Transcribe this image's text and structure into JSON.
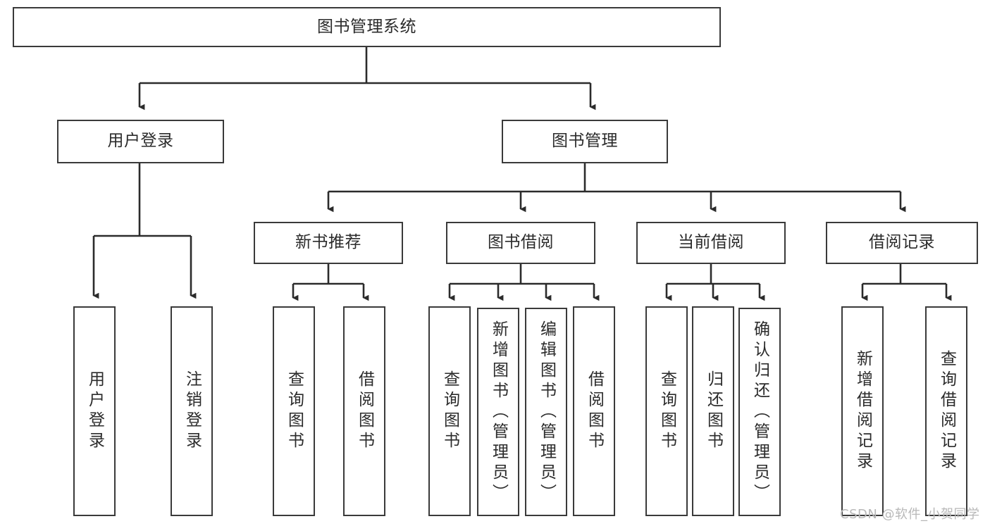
{
  "diagram": {
    "type": "tree-hierarchy-flowchart",
    "title": "图书管理系统",
    "edge_color": "#3a3a3a",
    "box_fill": "#ffffff",
    "text_color": "#2b2b2b",
    "watermark": "CSDN @软件_小贺同学",
    "levels": {
      "root": {
        "label": "图书管理系统"
      },
      "level2": [
        {
          "label": "用户登录"
        },
        {
          "label": "图书管理"
        }
      ],
      "level3": [
        {
          "label": "新书推荐"
        },
        {
          "label": "图书借阅"
        },
        {
          "label": "当前借阅"
        },
        {
          "label": "借阅记录"
        }
      ],
      "leaves_user_login": [
        {
          "label": "用户登录"
        },
        {
          "label": "注销登录"
        }
      ],
      "leaves_new_book": [
        {
          "label": "查询图书"
        },
        {
          "label": "借阅图书"
        }
      ],
      "leaves_borrow": [
        {
          "label": "查询图书"
        },
        {
          "label": "新增图书（管理员）"
        },
        {
          "label": "编辑图书（管理员）"
        },
        {
          "label": "借阅图书"
        }
      ],
      "leaves_current": [
        {
          "label": "查询图书"
        },
        {
          "label": "归还图书"
        },
        {
          "label": "确认归还（管理员）"
        }
      ],
      "leaves_record": [
        {
          "label": "新增借阅记录"
        },
        {
          "label": "查询借阅记录"
        }
      ]
    }
  }
}
